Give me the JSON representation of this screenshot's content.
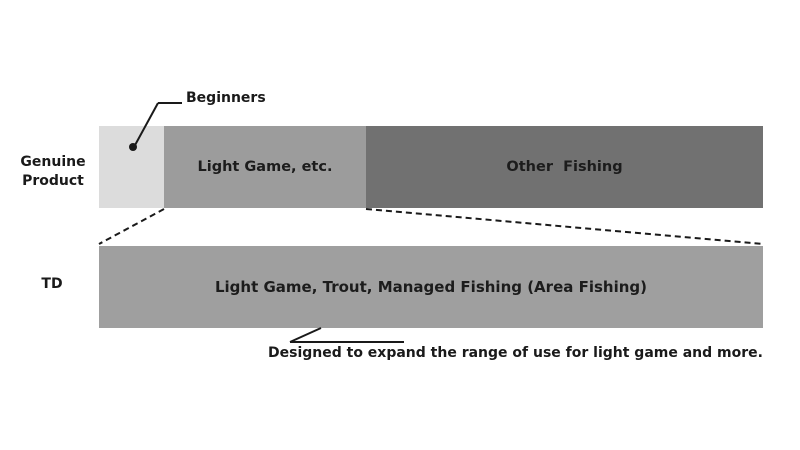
{
  "rows": {
    "genuine_label": "Genuine\nProduct",
    "td_label": "TD"
  },
  "segments": {
    "beginners_callout": "Beginners",
    "light_game": "Light Game, etc.",
    "other_fishing": "Other  Fishing"
  },
  "td": {
    "bar_label": "Light Game, Trout, Managed Fishing (Area Fishing)",
    "caption": "Designed to expand the range of use for light game and more."
  },
  "colors": {
    "beginners": "#dcdcdc",
    "light_game": "#9c9c9c",
    "other_fishing": "#717171",
    "td_bar": "#9f9f9f",
    "lines": "#1a1a1a"
  }
}
